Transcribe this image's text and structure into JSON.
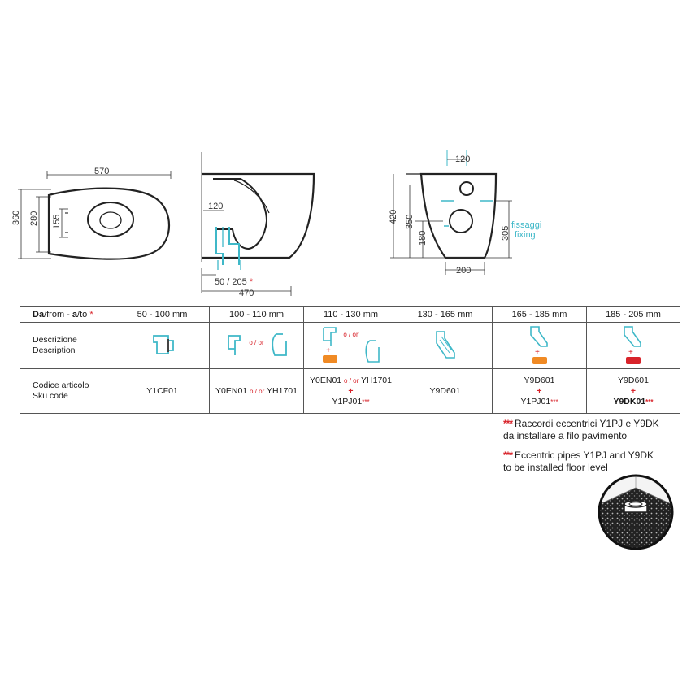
{
  "dimensions": {
    "top_view": {
      "width": "570",
      "height_outer": "360",
      "height_inner": "280",
      "hole_height": "155"
    },
    "side_view": {
      "pipe_height": "120",
      "length": "470",
      "outlet_range": "50 / 205",
      "outlet_mark": "*"
    },
    "front_view": {
      "hole_spacing": "120",
      "height_total": "420",
      "height_bowl": "350",
      "height_outlet": "180",
      "height_fixing": "305",
      "base_width": "200",
      "fixing_label_it": "fissaggi",
      "fixing_label_en": "fixing"
    }
  },
  "table": {
    "header_label": {
      "da": "Da",
      "rest": "/from - ",
      "a": "a",
      "rest2": "/to",
      "mark": "*"
    },
    "ranges": [
      "50 - 100 mm",
      "100 - 110 mm",
      "110 - 130 mm",
      "130 - 165 mm",
      "165 - 185 mm",
      "185 - 205 mm"
    ],
    "description_label": [
      "Descrizione",
      "Description"
    ],
    "sku_label": [
      "Codice articolo",
      "Sku code"
    ],
    "or_text": "o / or",
    "plus": "+",
    "stars": "***",
    "skus": {
      "c1": "Y1CF01",
      "c2a": "Y0EN01",
      "c2b": "YH1701",
      "c3a": "Y0EN01",
      "c3b": "YH1701",
      "c3c": "Y1PJ01",
      "c4": "Y9D601",
      "c5a": "Y9D601",
      "c5b": "Y1PJ01",
      "c6a": "Y9D601",
      "c6b": "Y9DK01"
    }
  },
  "notes": {
    "it_line1": "Raccordi eccentrici Y1PJ  e Y9DK",
    "it_line2": "da installare a filo pavimento",
    "en_line1": "Eccentric pipes Y1PJ  and Y9DK",
    "en_line2": "to be installed floor level"
  },
  "colors": {
    "accent_teal": "#3fb8c8",
    "accent_red": "#d8232a",
    "accent_orange": "#f08a24"
  }
}
